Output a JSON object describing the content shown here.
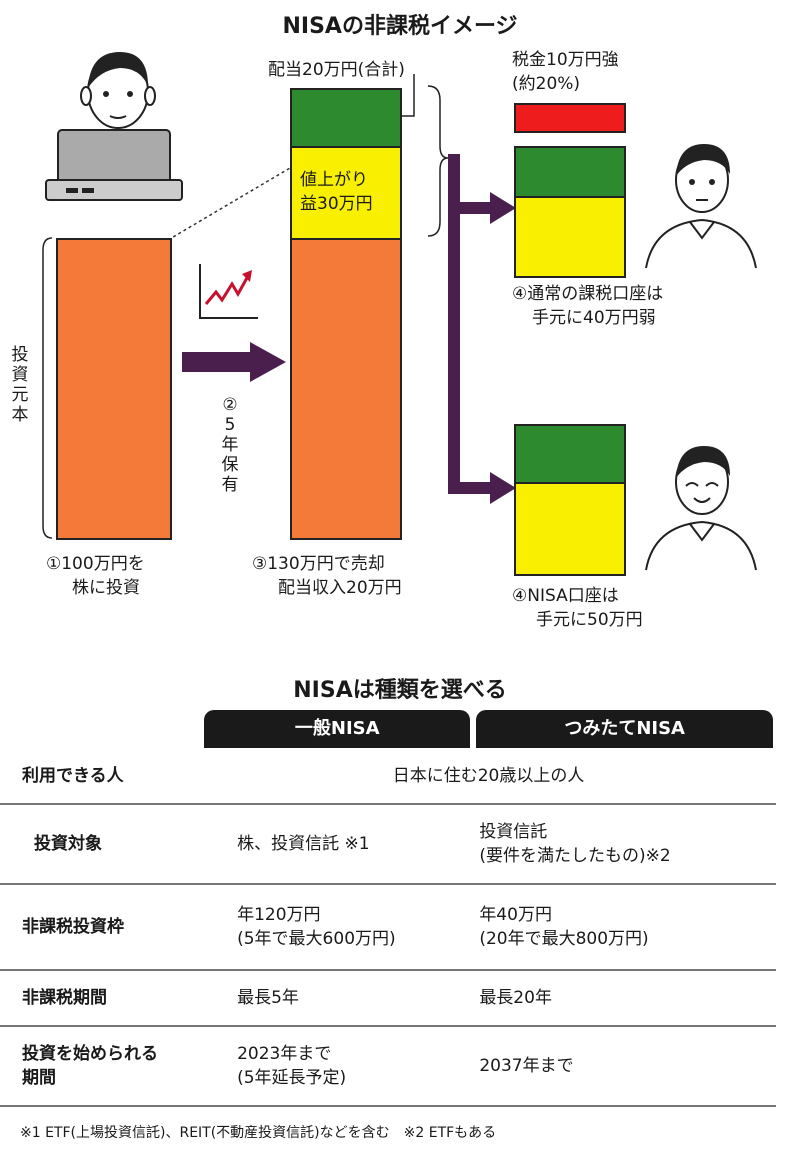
{
  "diagram": {
    "title": "NISAの非課税イメージ",
    "investment_label": "投資元本",
    "hold_label": "②5年保有",
    "step1": [
      "①100万円を",
      "株に投資"
    ],
    "step3": [
      "③130万円で売却",
      "配当収入20万円"
    ],
    "dividend_label": "配当20万円(合計)",
    "gain_label": [
      "値上がり",
      "益30万円"
    ],
    "tax_label": [
      "税金10万円強",
      "(約20%)"
    ],
    "taxable_result": [
      "④通常の課税口座は",
      "手元に40万円弱"
    ],
    "nisa_result": [
      "④NISA口座は",
      "手元に50万円"
    ],
    "colors": {
      "principal": "#f47a3a",
      "dividend": "#2e8a2e",
      "gain": "#f8f000",
      "tax": "#ee1c1c",
      "arrow": "#4a1f4e"
    },
    "icons": [
      "man-at-laptop-icon",
      "rising-chart-icon",
      "man-neutral-icon",
      "man-smiling-icon"
    ]
  },
  "table": {
    "title": "NISAは種類を選べる",
    "columns": [
      "一般NISA",
      "つみたてNISA"
    ],
    "rows": [
      {
        "label": "利用できる人",
        "shared": "日本に住む20歳以上の人"
      },
      {
        "label": "投資対象",
        "general": "株、投資信託 ※1",
        "tsumitate": [
          "投資信託",
          "(要件を満たしたもの)※2"
        ]
      },
      {
        "label": "非課税投資枠",
        "general": [
          "年120万円",
          "(5年で最大600万円)"
        ],
        "tsumitate": [
          "年40万円",
          "(20年で最大800万円)"
        ]
      },
      {
        "label": "非課税期間",
        "general": "最長5年",
        "tsumitate": "最長20年"
      },
      {
        "label": [
          "投資を始められる",
          "期間"
        ],
        "general": [
          "2023年まで",
          "(5年延長予定)"
        ],
        "tsumitate": "2037年まで"
      }
    ],
    "footnote": "※1 ETF(上場投資信託)、REIT(不動産投資信託)などを含む　※2 ETFもある"
  }
}
